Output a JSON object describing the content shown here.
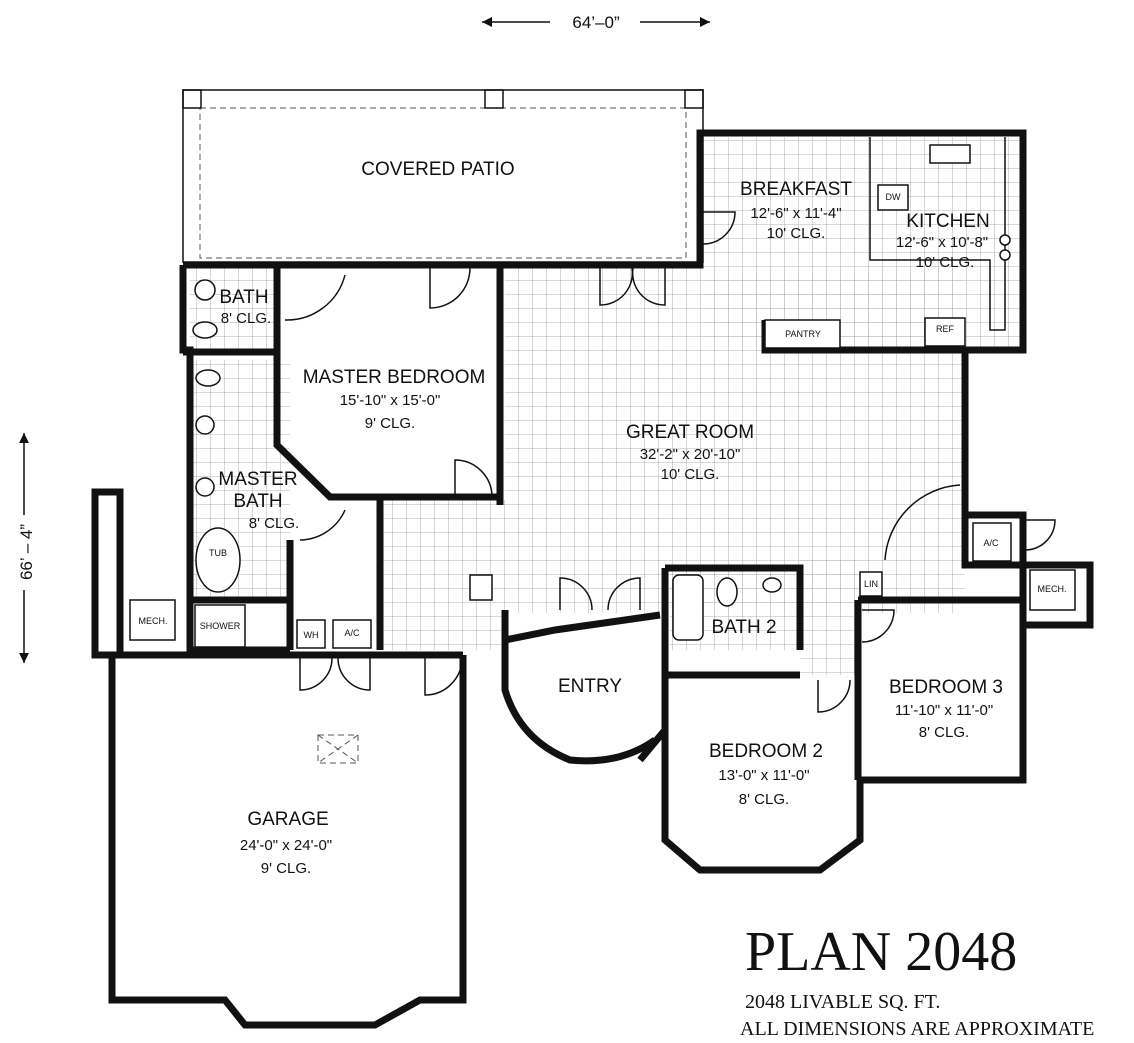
{
  "dimensions": {
    "width_label": "64’–0”",
    "depth_label": "66’ – 4”"
  },
  "rooms": {
    "covered_patio": {
      "name": "COVERED PATIO"
    },
    "breakfast": {
      "name": "BREAKFAST",
      "size": "12'-6\" x 11'-4\"",
      "ceiling": "10' CLG."
    },
    "kitchen": {
      "name": "KITCHEN",
      "size": "12'-6\" x 10'-8\"",
      "ceiling": "10' CLG."
    },
    "bath": {
      "name": "BATH",
      "ceiling": "8' CLG."
    },
    "master_bedroom": {
      "name": "MASTER BEDROOM",
      "size": "15'-10\" x 15'-0\"",
      "ceiling": "9' CLG."
    },
    "great_room": {
      "name": "GREAT ROOM",
      "size": "32'-2\" x 20'-10\"",
      "ceiling": "10' CLG."
    },
    "master_bath": {
      "name_line1": "MASTER",
      "name_line2": "BATH",
      "ceiling": "8' CLG."
    },
    "entry": {
      "name": "ENTRY"
    },
    "bath2": {
      "name": "BATH 2"
    },
    "bedroom2": {
      "name": "BEDROOM 2",
      "size": "13'-0\" x 11'-0\"",
      "ceiling": "8' CLG."
    },
    "bedroom3": {
      "name": "BEDROOM 3",
      "size": "11'-10\" x 11'-0\"",
      "ceiling": "8' CLG."
    },
    "garage": {
      "name": "GARAGE",
      "size": "24'-0\" x 24'-0\"",
      "ceiling": "9' CLG."
    }
  },
  "fixtures": {
    "dw": "DW",
    "pantry": "PANTRY",
    "ref": "REF",
    "tub": "TUB",
    "shower": "SHOWER",
    "mech_left": "MECH.",
    "mech_right": "MECH.",
    "wh": "WH",
    "ac_left": "A/C",
    "ac_right": "A/C",
    "lin": "LIN"
  },
  "plan": {
    "title": "PLAN 2048",
    "livable": "2048 LIVABLE SQ. FT.",
    "disclaimer": "ALL DIMENSIONS ARE APPROXIMATE"
  }
}
